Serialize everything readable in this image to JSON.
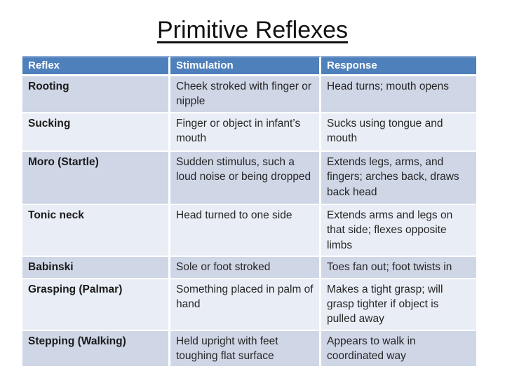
{
  "slide": {
    "title": "Primitive Reflexes"
  },
  "table": {
    "headers": [
      "Reflex",
      "Stimulation",
      "Response"
    ],
    "rows": [
      {
        "reflex": "Rooting",
        "stimulation": "Cheek stroked with finger or nipple",
        "response": "Head turns; mouth opens"
      },
      {
        "reflex": "Sucking",
        "stimulation": "Finger or object in infant’s mouth",
        "response": "Sucks using tongue and mouth"
      },
      {
        "reflex": "Moro (Startle)",
        "stimulation": "Sudden stimulus, such a loud noise or being dropped",
        "response": "Extends legs, arms, and fingers; arches back, draws back head"
      },
      {
        "reflex": "Tonic neck",
        "stimulation": "Head turned to one side",
        "response": "Extends arms and legs on that side; flexes opposite limbs"
      },
      {
        "reflex": "Babinski",
        "stimulation": "Sole or foot stroked",
        "response": "Toes fan out; foot twists in"
      },
      {
        "reflex": "Grasping (Palmar)",
        "stimulation": "Something placed in palm of hand",
        "response": "Makes a tight grasp; will grasp tighter if object is pulled away"
      },
      {
        "reflex": "Stepping (Walking)",
        "stimulation": "Held upright with feet toughing flat surface",
        "response": "Appears to walk in coordinated way"
      }
    ]
  },
  "colors": {
    "header_bg": "#4E80BC",
    "header_top_edge": "#8FABD3",
    "band_dark": "#CFD6E6",
    "band_light": "#E9EDF5",
    "separator": "#FFFFFF",
    "header_text": "#FFFFFF",
    "body_text": "#262626",
    "reflex_text": "#1A1A1A",
    "title_text": "#111111"
  }
}
